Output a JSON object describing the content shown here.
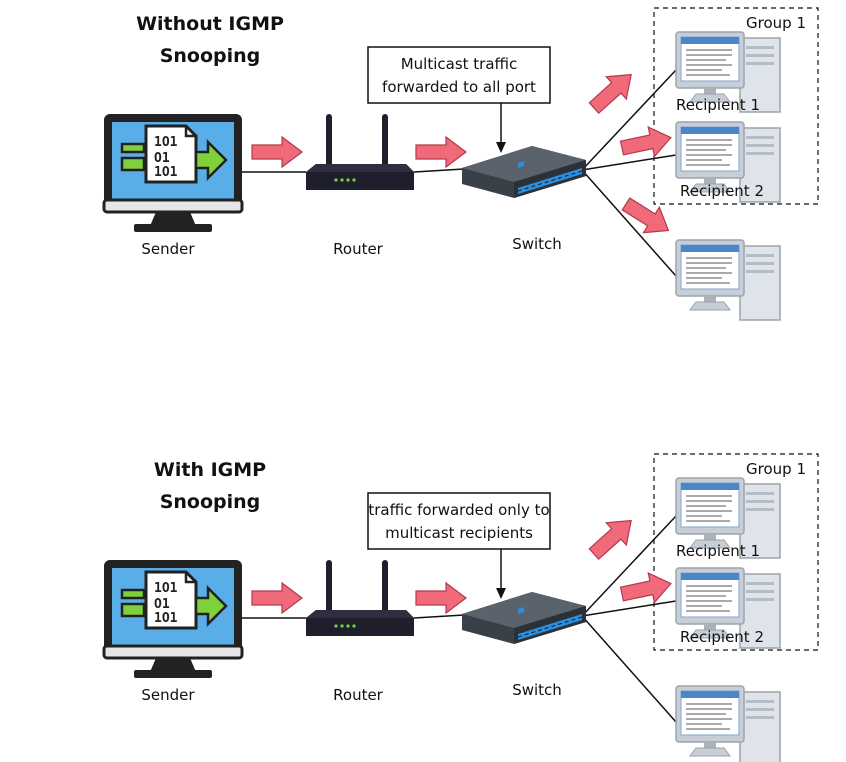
{
  "panels": [
    {
      "title_line1": "Without IGMP",
      "title_line2": "Snooping",
      "note_line1": "Multicast traffic",
      "note_line2": "forwarded to all port",
      "sender_label": "Sender",
      "router_label": "Router",
      "switch_label": "Switch",
      "group_label": "Group 1",
      "recipient1_label": "Recipient 1",
      "recipient2_label": "Recipient 2",
      "third_pc_receives": true
    },
    {
      "title_line1": "With IGMP",
      "title_line2": "Snooping",
      "note_line1": "traffic forwarded only to",
      "note_line2": "multicast recipients",
      "sender_label": "Sender",
      "router_label": "Router",
      "switch_label": "Switch",
      "group_label": "Group 1",
      "recipient1_label": "Recipient 1",
      "recipient2_label": "Recipient 2",
      "third_pc_receives": false
    }
  ],
  "colors": {
    "monitor_screen": "#5aaee8",
    "monitor_frame": "#222222",
    "arrow_green": "#7fd13b",
    "flow_arrow": "#f06a7a",
    "router_body": "#1e1e2c",
    "switch_body": "#3a4048",
    "port_blue": "#2a8fe0",
    "pc_case": "#dfe3ea"
  }
}
